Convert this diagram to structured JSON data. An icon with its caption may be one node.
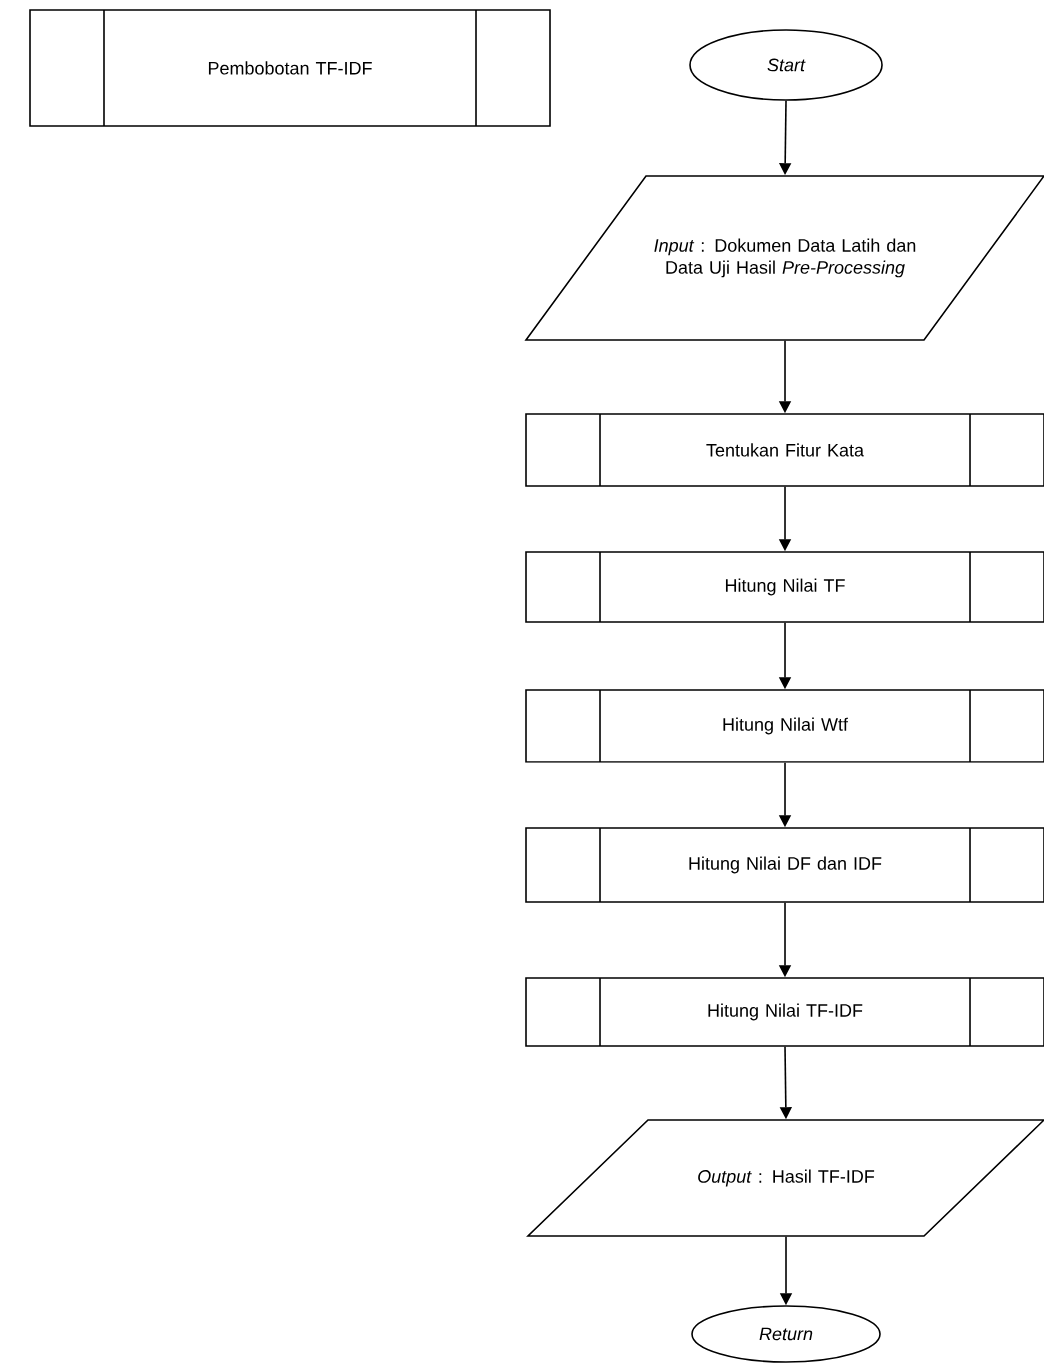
{
  "diagram": {
    "nodes": [
      {
        "text": [
          "Pembobotan TF-IDF"
        ]
      },
      {
        "text": [
          "Start"
        ]
      },
      {
        "text": [
          "*Input* : Dokumen Data Latih dan Data Uji Hasil *Pre-Processing*"
        ]
      },
      {
        "text": [
          "Tentukan Fitur Kata"
        ]
      },
      {
        "text": [
          "Hitung Nilai TF"
        ]
      },
      {
        "text": [
          "Hitung Nilai Wtf"
        ]
      },
      {
        "text": [
          "Hitung Nilai DF dan IDF"
        ]
      },
      {
        "text": [
          "Hitung Nilai TF-IDF"
        ]
      },
      {
        "text": [
          "*Output* : Hasil TF-IDF"
        ]
      },
      {
        "text": [
          "Return"
        ]
      }
    ],
    "edges": [
      {
        "from": 1,
        "to": 2,
        "arrow": "to"
      },
      {
        "from": 2,
        "to": 3,
        "arrow": "to"
      },
      {
        "from": 3,
        "to": 4,
        "arrow": "to"
      },
      {
        "from": 4,
        "to": 5,
        "arrow": "to"
      },
      {
        "from": 5,
        "to": 6,
        "arrow": "to"
      },
      {
        "from": 6,
        "to": 7,
        "arrow": "to"
      },
      {
        "from": 7,
        "to": 8,
        "arrow": "to"
      },
      {
        "from": 8,
        "to": 9,
        "arrow": "to"
      }
    ]
  }
}
